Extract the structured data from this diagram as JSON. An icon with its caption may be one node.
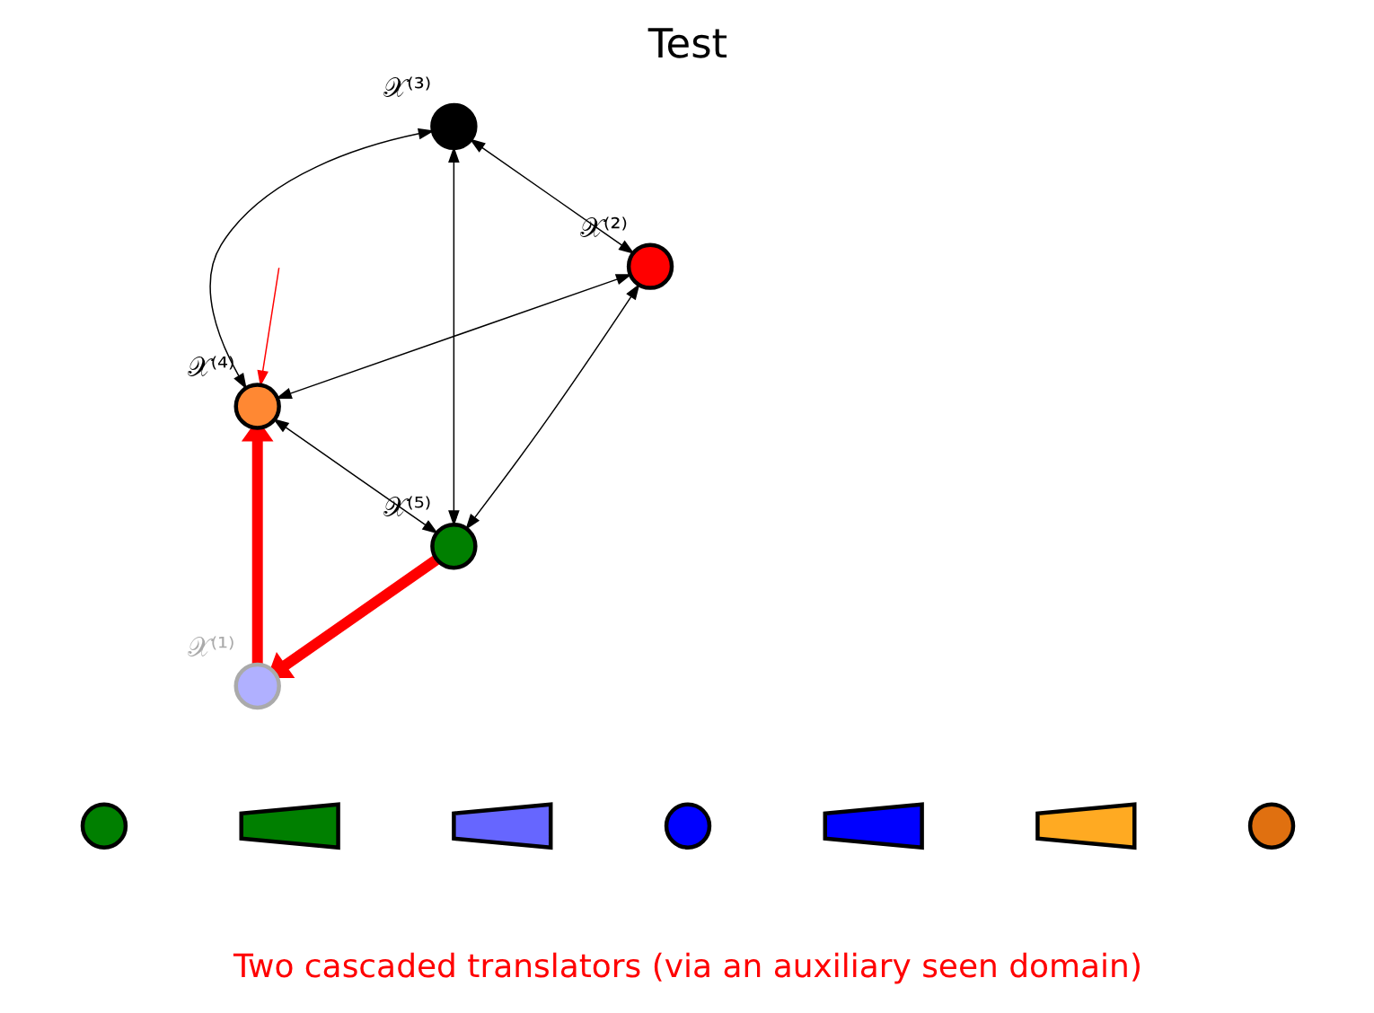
{
  "diagram": {
    "title": "Test",
    "caption": "Two cascaded translators (via an auxiliary seen domain)",
    "nodes": [
      {
        "text": [],
        "shape": "circle",
        "beside": [
          "𝒳⁽³⁾"
        ]
      },
      {
        "text": [],
        "shape": "circle",
        "beside": [
          "𝒳⁽²⁾"
        ]
      },
      {
        "text": [],
        "shape": "circle",
        "beside": [
          "𝒳⁽⁴⁾"
        ]
      },
      {
        "text": [],
        "shape": "circle",
        "beside": [
          "𝒳⁽¹⁾"
        ]
      },
      {
        "text": [],
        "shape": "circle",
        "beside": [
          "𝒳⁽⁵⁾"
        ]
      },
      {
        "text": [],
        "shape": "circle"
      },
      {
        "text": [],
        "shape": "trapezoid"
      },
      {
        "text": [],
        "shape": "trapezoid"
      },
      {
        "text": [],
        "shape": "circle"
      },
      {
        "text": [],
        "shape": "trapezoid"
      },
      {
        "text": [],
        "shape": "trapezoid"
      },
      {
        "text": [],
        "shape": "circle"
      }
    ],
    "edges": [
      {
        "from": 0,
        "to": 1,
        "arrow": "both"
      },
      {
        "from": 0,
        "to": 2,
        "arrow": "both"
      },
      {
        "from": 0,
        "to": 4,
        "arrow": "both"
      },
      {
        "from": 1,
        "to": 2,
        "arrow": "both"
      },
      {
        "from": 1,
        "to": 4,
        "arrow": "both"
      },
      {
        "from": 2,
        "to": 4,
        "arrow": "both"
      },
      {
        "from": 3,
        "to": 2,
        "arrow": "to",
        "style": "thick",
        "color": "#ff0000"
      },
      {
        "from": 4,
        "to": 3,
        "arrow": "to",
        "style": "thick",
        "color": "#ff0000"
      },
      {
        "from": null,
        "to": 2,
        "arrow": "to",
        "color": "#ff0000"
      }
    ]
  }
}
